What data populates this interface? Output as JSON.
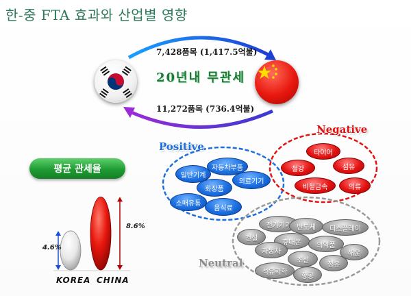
{
  "title": "한-중 FTA 효과와 산업별 영향",
  "trade": {
    "top_line": "7,428품목 (1,417.5억불)",
    "bottom_line": "11,272품목 (736.4억불)",
    "banner": "20년내 무관세"
  },
  "tariff": {
    "label": "평균 관세율",
    "korea_pct": "4.6%",
    "china_pct": "8.6%",
    "korea_name": "KOREA",
    "china_name": "CHINA",
    "chart_data": {
      "type": "bar",
      "categories": [
        "KOREA",
        "CHINA"
      ],
      "values": [
        4.6,
        8.6
      ],
      "title": "평균 관세율"
    }
  },
  "positive": {
    "label": "Positive",
    "items": [
      "일반기계",
      "자동차부품",
      "화장품",
      "의료기기",
      "소매유통",
      "음식료"
    ]
  },
  "negative": {
    "label": "Negative",
    "items": [
      "타이어",
      "철강",
      "섬유",
      "비철금속",
      "의류"
    ]
  },
  "neutral": {
    "label": "Neutral",
    "items": [
      "전기기기",
      "반도체",
      "디스플레이",
      "건설",
      "휴대폰",
      "의약품",
      "자동차",
      "조선",
      "해운",
      "석유화학",
      "정유",
      "항공"
    ]
  },
  "colors": {
    "title": "#2d7a58",
    "positive": "#1c6fe0",
    "negative": "#e41313",
    "neutral": "#8c8c8c",
    "banner": "#1c7a36"
  }
}
